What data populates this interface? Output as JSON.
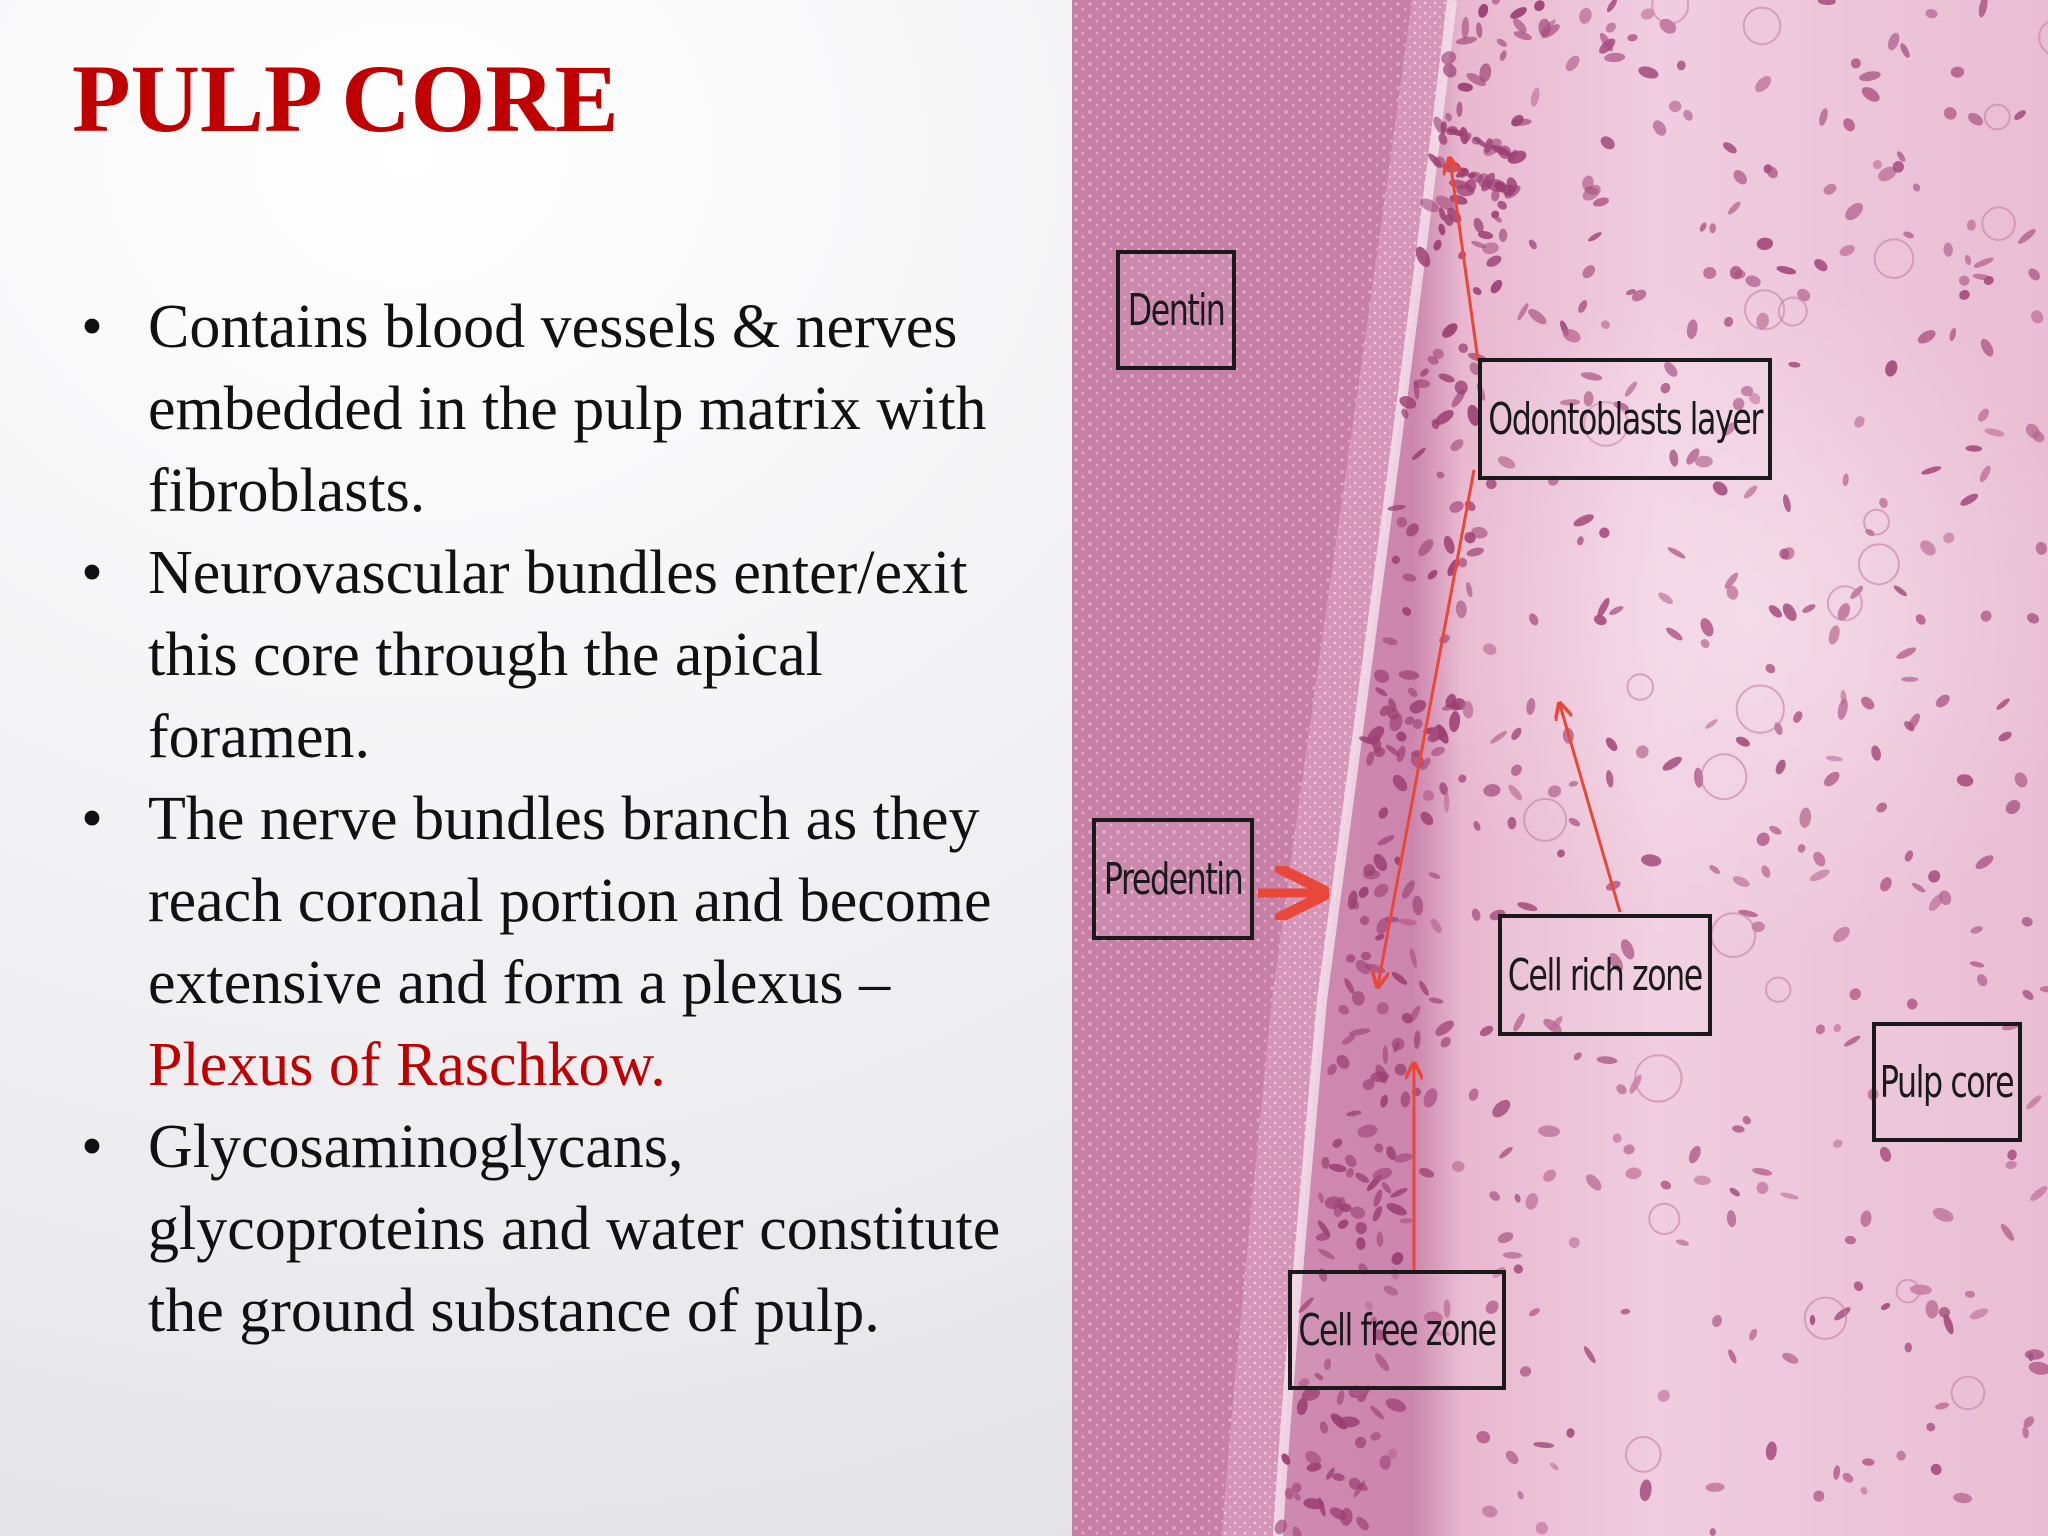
{
  "slide": {
    "title": "PULP CORE",
    "bullets": [
      {
        "text": "Contains blood vessels & nerves embedded in the pulp matrix with fibroblasts."
      },
      {
        "text": "Neurovascular bundles enter/exit this core through the apical foramen."
      },
      {
        "text": "The nerve bundles branch as they reach coronal portion and become extensive and form a plexus – ",
        "highlight": "Plexus of Raschkow."
      },
      {
        "text": "Glycosaminoglycans, glycoproteins and water constitute the ground substance of pulp."
      }
    ],
    "bullet_symbol": "•",
    "title_color": "#c00000",
    "highlight_color": "#c00000"
  },
  "micrograph": {
    "labels": {
      "dentin": "Dentin",
      "odontoblasts": "Odontoblasts layer",
      "predentin": "Predentin",
      "cell_rich": "Cell rich zone",
      "pulp_core": "Pulp core",
      "cell_free": "Cell free zone"
    },
    "arrow_color": "#e8473a"
  }
}
